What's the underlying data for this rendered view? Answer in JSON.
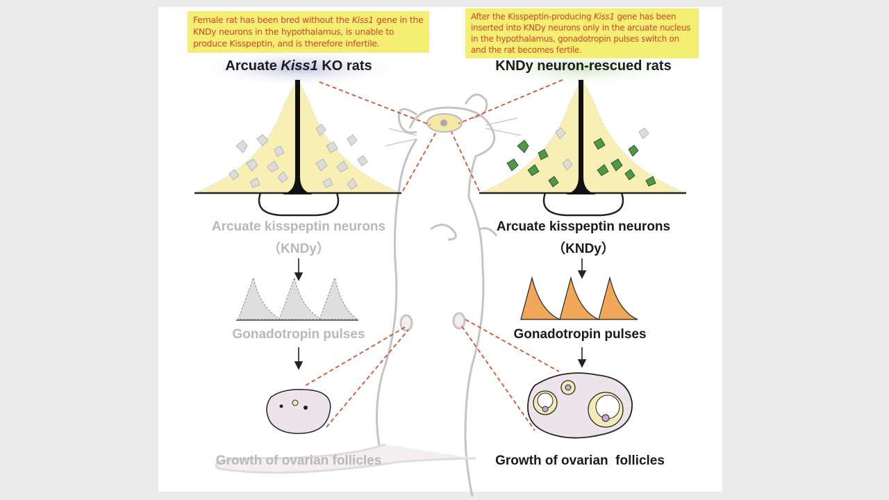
{
  "left": {
    "note_parts": [
      "Female rat has been bred without the ",
      "Kiss1",
      " gene in the KNDy neurons in the hypothalamus, is unable to produce Kisspeptin, and is therefore infertile."
    ],
    "title_parts": [
      "Arcuate ",
      "Kiss1",
      " KO rats"
    ],
    "neurons_label": "Arcuate kisspeptin neurons",
    "kndy_label": "（KNDy）",
    "pulses_label": "Gonadotropin pulses",
    "follicles_label": "Growth of ovarian follicles"
  },
  "right": {
    "note_parts": [
      "After the Kisspeptin-producing ",
      "Kiss1",
      " gene has been inserted into KNDy neurons only in the arcuate nucleus in the hypothalamus, gonadotropin pulses switch on and the rat becomes fertile."
    ],
    "title": "KNDy neuron-rescued rats",
    "neurons_label": "Arcuate kisspeptin neurons",
    "kndy_label": "（KNDy）",
    "pulses_label": "Gonadotropin pulses",
    "follicles_label": "Growth of ovarian  follicles"
  },
  "colors": {
    "note_bg": "#f4ee72",
    "note_text": "#d2452a",
    "pulse": "#f0a858",
    "neuron_green": "#4f9a3c",
    "brain": "#f7efb4",
    "dash": "#d4512e"
  }
}
